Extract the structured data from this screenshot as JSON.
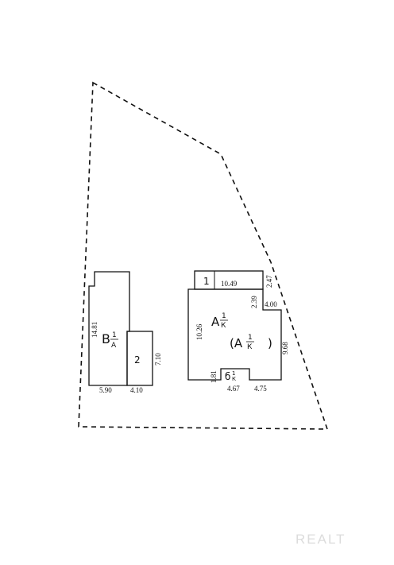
{
  "plan": {
    "building_B": {
      "letter": "В",
      "sup": "1",
      "sub": "А",
      "dim_height": "14.81",
      "dim_width": "5.90"
    },
    "building_2": {
      "label": "2",
      "dim_height": "7.10",
      "dim_width": "4.10"
    },
    "building_A": {
      "letter": "А",
      "sup": "1",
      "sub": "К",
      "secondary_letter": "(А",
      "secondary_sup": "1",
      "secondary_sub": "К",
      "secondary_close": ")",
      "dim_left": "10.26",
      "dim_right": "9.68",
      "dim_inner_height": "2.39",
      "dim_inner_width": "4.00",
      "dim_bottom_left": "4.67",
      "dim_bottom_right": "4.75",
      "dim_porch": "1.81"
    },
    "annex_1": {
      "label": "1",
      "dim_width": "10.49",
      "dim_height": "2.47"
    },
    "porch_b": {
      "label": "б",
      "sup": "1",
      "sub": "К"
    },
    "watermark": "REALT"
  }
}
